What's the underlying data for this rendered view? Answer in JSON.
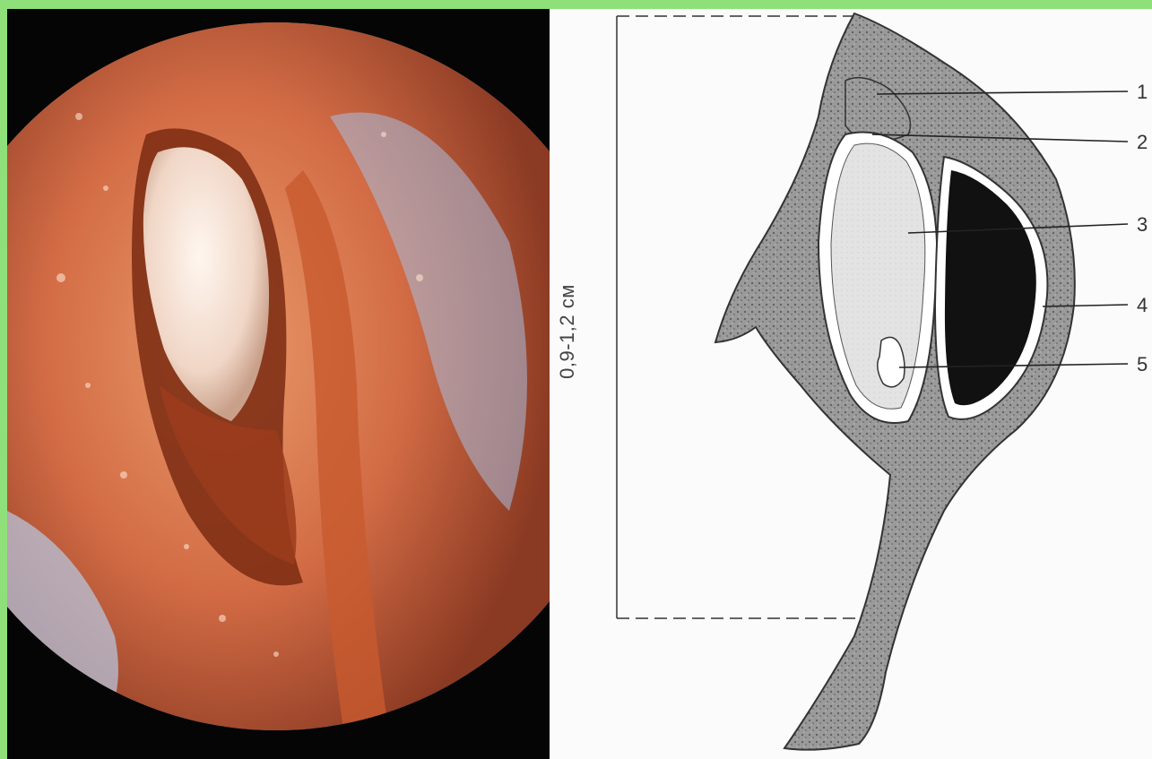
{
  "dimension_label": "0,9-1,2 см",
  "callouts": [
    "1",
    "2",
    "3",
    "4",
    "5"
  ],
  "colors": {
    "background_border": "#8fe07a",
    "photo_tissue": "#d9673a",
    "drawing_tissue": "#8a8a8a",
    "seed_dark": "#111111"
  }
}
